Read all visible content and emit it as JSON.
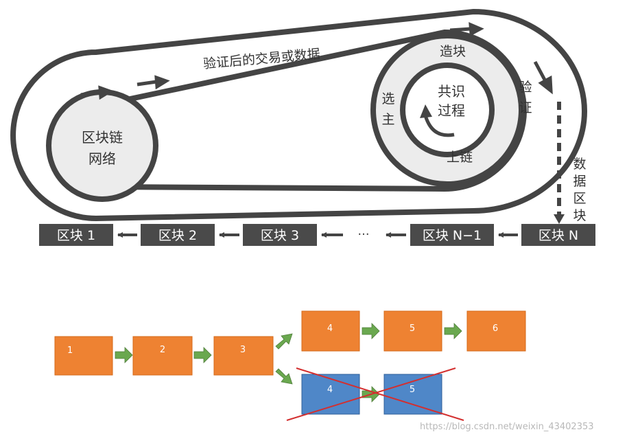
{
  "top_diagram": {
    "track_label": "验证后的交易或数据",
    "left_wheel_lines": [
      "区块链",
      "网络"
    ],
    "consensus_lines": [
      "共识",
      "过程"
    ],
    "ring_top": "造块",
    "ring_bottom": "上链",
    "ring_left_chars": [
      "选",
      "主"
    ],
    "ring_right_chars": [
      "验",
      "证"
    ],
    "side_label_chars": [
      "数",
      "据",
      "区",
      "块"
    ],
    "blocks": [
      {
        "label": "区块 1"
      },
      {
        "label": "区块 2"
      },
      {
        "label": "区块 3"
      },
      {
        "label": "区块 N−1"
      },
      {
        "label": "区块 N"
      }
    ],
    "ellipsis": "···"
  },
  "fork_diagram": {
    "main_chain": [
      "1",
      "2",
      "3"
    ],
    "upper_branch": [
      "4",
      "5",
      "6"
    ],
    "lower_branch": [
      "4",
      "5"
    ],
    "colors": {
      "valid_block": "#ee8232",
      "orphan_block": "#4f87c8",
      "arrow": "#6aa84f",
      "cross": "#d32f2f"
    }
  },
  "watermark": "https://blog.csdn.net/weixin_43402353"
}
